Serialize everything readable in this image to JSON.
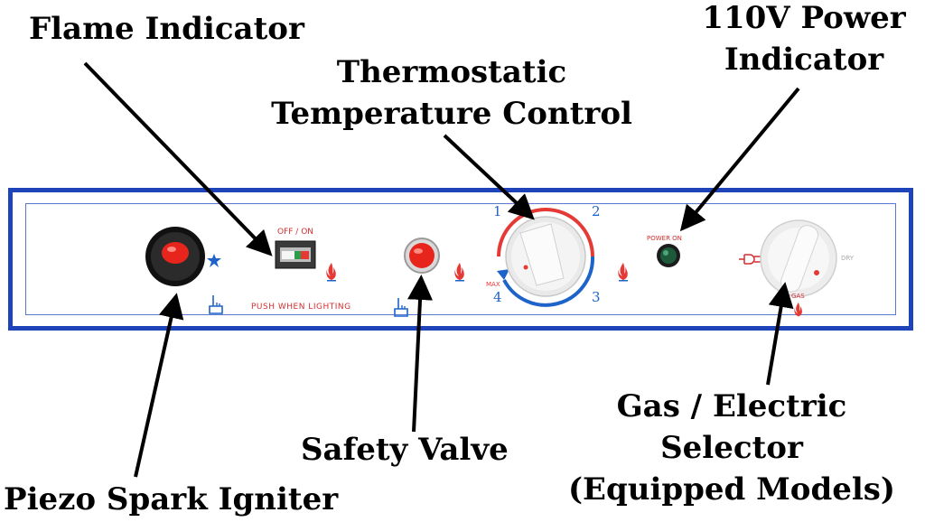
{
  "callouts": {
    "flame_indicator": "Flame Indicator",
    "thermostat_line1": "Thermostatic",
    "thermostat_line2": "Temperature Control",
    "power_line1": "110V Power",
    "power_line2": "Indicator",
    "piezo": "Piezo Spark Igniter",
    "safety_valve": "Safety Valve",
    "selector_line1": "Gas / Electric",
    "selector_line2": "Selector",
    "selector_line3": "(Equipped Models)"
  },
  "panel": {
    "off_on": "OFF / ON",
    "push_when_lighting": "PUSH  WHEN  LIGHTING",
    "power_on": "POWER ON",
    "max": "MAX",
    "dial_1": "1",
    "dial_2": "2",
    "dial_3": "3",
    "dial_4": "4",
    "gas": "GAS",
    "dry": "DRY"
  },
  "colors": {
    "panel_border": "#1f43b8",
    "knob_red": "#e8251c",
    "dial_red": "#e53935",
    "dial_blue": "#1e63c9",
    "arrow": "#000000"
  },
  "icons": [
    "star-icon",
    "push-finger-icon",
    "flame-icon",
    "plug-icon"
  ]
}
